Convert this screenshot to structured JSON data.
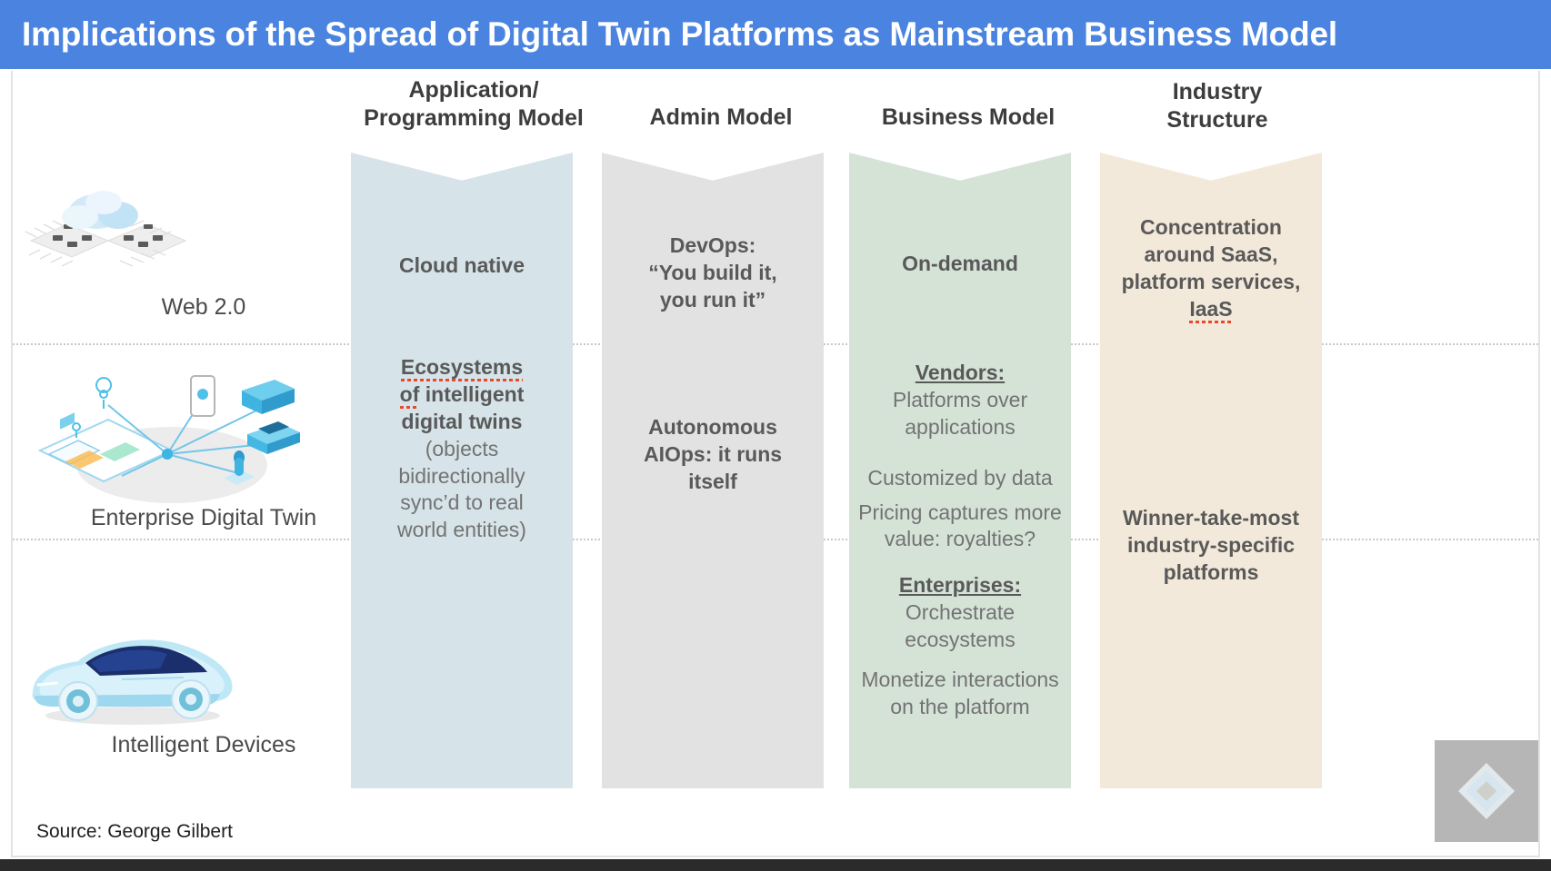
{
  "slide": {
    "title": "Implications of the Spread of Digital Twin Platforms as Mainstream Business Model",
    "title_bar_color": "#4a84e0",
    "source": "Source: George Gilbert",
    "watermark_name": "diamond-logo-watermark"
  },
  "columns": [
    {
      "id": "application-programming-model",
      "header_line1": "Application/",
      "header_line2": "Programming Model",
      "color": "#d6e3e8"
    },
    {
      "id": "admin-model",
      "header_line1": "Admin Model",
      "header_line2": "",
      "color": "#e2e2e2"
    },
    {
      "id": "business-model",
      "header_line1": "Business Model",
      "header_line2": "",
      "color": "#d5e3d7"
    },
    {
      "id": "industry-structure",
      "header_line1": "Industry",
      "header_line2": "Structure",
      "color": "#f3e9da"
    }
  ],
  "rows": [
    {
      "id": "web-20",
      "label": "Web 2.0",
      "icon": "cloud-chip-icon"
    },
    {
      "id": "enterprise-digital-twin",
      "label": "Enterprise Digital Twin",
      "icon": "digital-twin-network-icon"
    },
    {
      "id": "intelligent-devices",
      "label": "Intelligent Devices",
      "icon": "electric-car-icon"
    }
  ],
  "cells": {
    "app_web20": "Cloud native",
    "admin_web20_l1": "DevOps:",
    "admin_web20_l2": "“You build it,",
    "admin_web20_l3": "you run it”",
    "business_web20": "On-demand",
    "industry_web20_l1": "Concentration",
    "industry_web20_l2": "around SaaS,",
    "industry_web20_l3": "platform services,",
    "industry_web20_l4": "IaaS",
    "app_edt_bold1": "Ecosystems",
    "app_edt_bold2_a": "of",
    "app_edt_bold2_b": " intelligent",
    "app_edt_bold3": "digital twins",
    "app_edt_reg1": "(objects",
    "app_edt_reg2": "bidirectionally",
    "app_edt_reg3": "sync’d to real",
    "app_edt_reg4": "world entities)",
    "admin_edt_l1": "Autonomous",
    "admin_edt_l2": "AIOps: it runs",
    "admin_edt_l3": "itself",
    "business_vendors_head": "Vendors:",
    "business_vendors_l1": "Platforms over",
    "business_vendors_l2": "applications",
    "business_vendors_l3": "Customized by data",
    "business_vendors_l4": "Pricing captures more",
    "business_vendors_l5": "value: royalties?",
    "business_enterprises_head": "Enterprises:",
    "business_enterprises_l1": "Orchestrate",
    "business_enterprises_l2": "ecosystems",
    "business_enterprises_l3": "Monetize interactions",
    "business_enterprises_l4": "on the platform",
    "industry_bottom_l1": "Winner-take-most",
    "industry_bottom_l2": "industry-specific",
    "industry_bottom_l3": "platforms"
  }
}
